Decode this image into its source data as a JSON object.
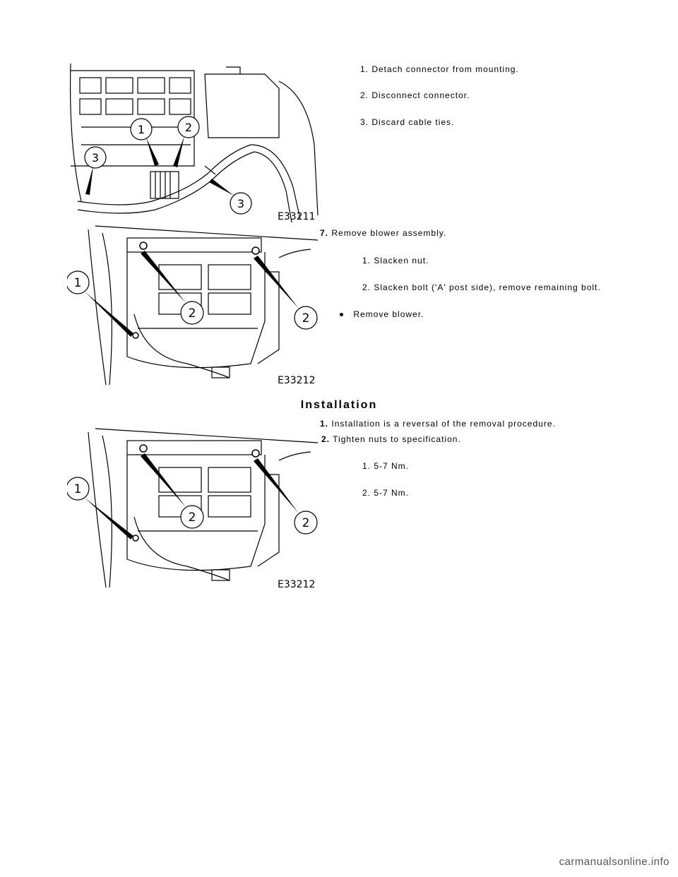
{
  "figure1": {
    "code": "E33211",
    "callouts": [
      "1",
      "2",
      "3",
      "3"
    ]
  },
  "figure1_steps": [
    "1. Detach connector from mounting.",
    "2. Disconnect connector.",
    "3. Discard cable ties."
  ],
  "step7": {
    "number": "7.",
    "text": "Remove blower assembly.",
    "substeps": [
      "1. Slacken nut.",
      "2. Slacken bolt ('A' post side), remove remaining bolt."
    ],
    "bullet": "Remove blower."
  },
  "figure2": {
    "code": "E33212",
    "callouts": [
      "1",
      "2",
      "2"
    ]
  },
  "installation": {
    "heading": "Installation",
    "steps": [
      {
        "number": "1.",
        "text": "Installation is a reversal of the removal procedure."
      },
      {
        "number": "2.",
        "text": "Tighten nuts to specification."
      }
    ],
    "substeps": [
      "1. 5-7 Nm.",
      "2. 5-7 Nm."
    ]
  },
  "figure3": {
    "code": "E33212",
    "callouts": [
      "1",
      "2",
      "2"
    ]
  },
  "watermark": "carmanualsonline.info"
}
